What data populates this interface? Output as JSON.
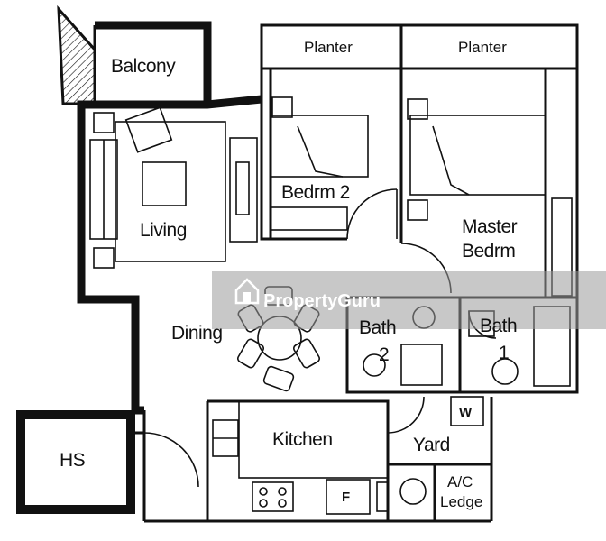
{
  "rooms": {
    "balcony": "Balcony",
    "planter_left": "Planter",
    "planter_right": "Planter",
    "bedroom2": "Bedrm 2",
    "master_line1": "Master",
    "master_line2": "Bedrm",
    "living": "Living",
    "dining": "Dining",
    "bath2_line1": "Bath",
    "bath2_line2": "2",
    "bath1_line1": "Bath",
    "bath1_line2": "1",
    "kitchen": "Kitchen",
    "yard": "Yard",
    "hs": "HS",
    "ac_line1": "A/C",
    "ac_line2": "Ledge"
  },
  "fixtures": {
    "washer": "W",
    "fridge": "F"
  },
  "watermark": {
    "brand": "PropertyGuru",
    "icon": "propertyguru-logo-icon"
  }
}
